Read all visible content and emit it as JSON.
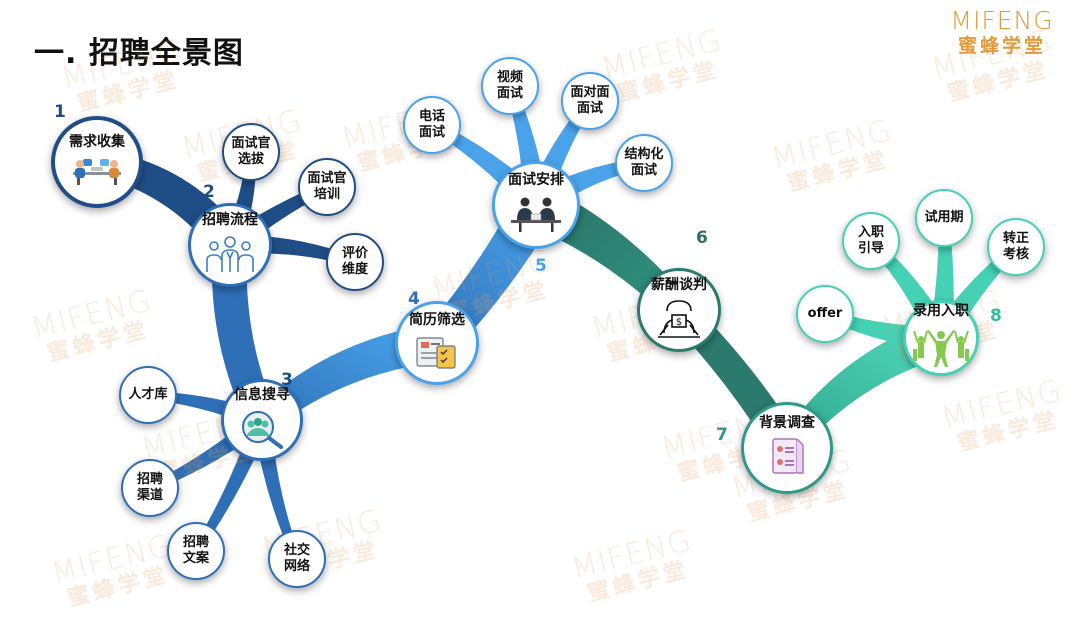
{
  "title": "一. 招聘全景图",
  "logo": {
    "en": "MIFENG",
    "cn": "蜜蜂学堂"
  },
  "watermark": {
    "en": "MIFENG",
    "cn": "蜜蜂学堂"
  },
  "colors": {
    "darkblue": "#1f4e86",
    "midblue": "#2e6fb7",
    "lightblue": "#4aa3ea",
    "darkteal": "#2a7a6d",
    "midteal": "#2c9a86",
    "lightteal": "#45d1b4",
    "accent": "#e39a3a"
  },
  "stages": [
    {
      "num": "1",
      "label": "需求收集",
      "icon": "meeting-icon"
    },
    {
      "num": "2",
      "label": "招聘流程",
      "icon": "team-icon"
    },
    {
      "num": "3",
      "label": "信息搜寻",
      "icon": "search-people-icon"
    },
    {
      "num": "4",
      "label": "简历筛选",
      "icon": "resume-check-icon"
    },
    {
      "num": "5",
      "label": "面试安排",
      "icon": "interview-icon"
    },
    {
      "num": "6",
      "label": "薪酬谈判",
      "icon": "salary-negotiation-icon"
    },
    {
      "num": "7",
      "label": "背景调查",
      "icon": "background-document-icon"
    },
    {
      "num": "8",
      "label": "录用入职",
      "icon": "celebration-icon"
    }
  ],
  "branches": {
    "process": [
      "面试官\n选拔",
      "面试官\n培训",
      "评价\n维度"
    ],
    "search": [
      "人才库",
      "招聘\n渠道",
      "招聘\n文案",
      "社交\n网络"
    ],
    "interview": [
      "电话\n面试",
      "视频\n面试",
      "面对面\n面试",
      "结构化\n面试"
    ],
    "onboard": [
      "offer",
      "入职\n引导",
      "试用期",
      "转正\n考核"
    ]
  }
}
